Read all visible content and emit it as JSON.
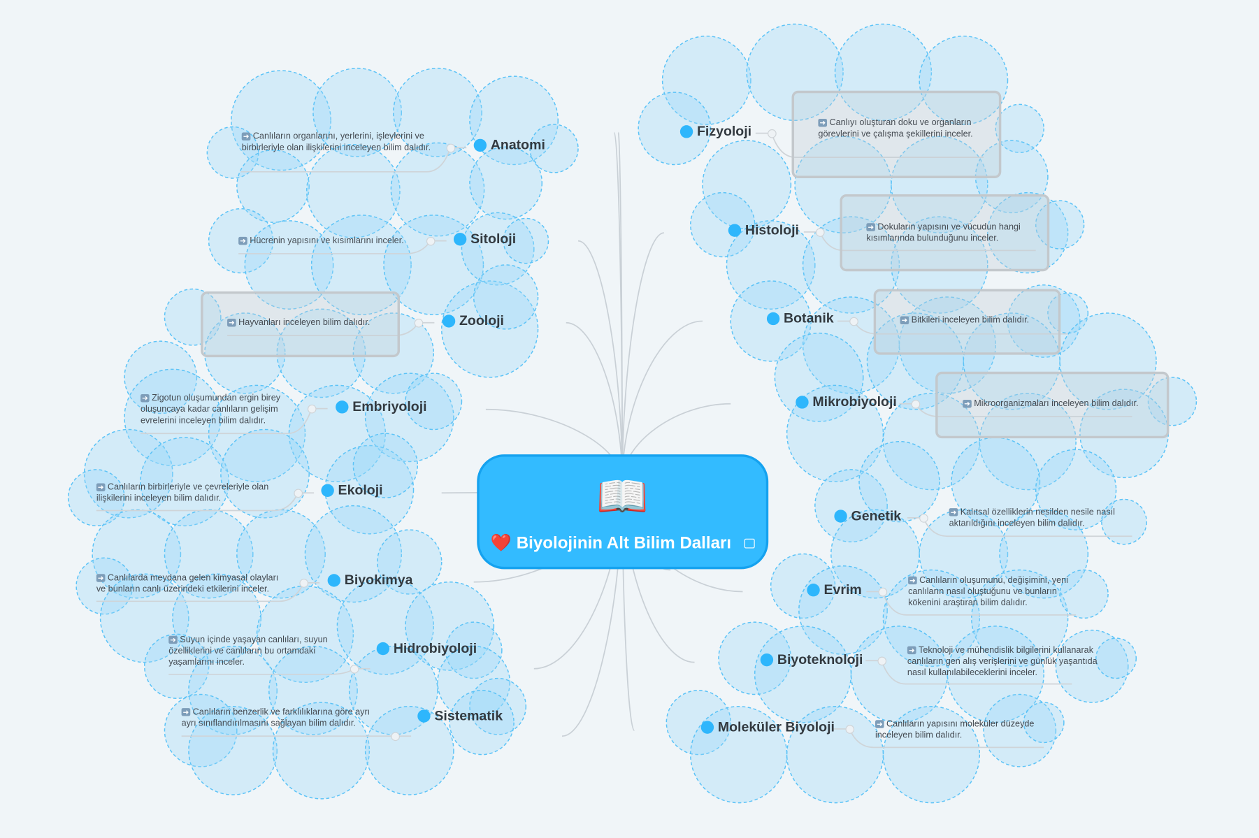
{
  "central": {
    "title": "Biyolojinin Alt Bilim Dalları",
    "book_icon": "📖",
    "heart_icon": "❤️",
    "image_icon": "image-icon"
  },
  "colors": {
    "background": "#f0f5f8",
    "central_fill": "#33bbff",
    "topic_dot": "#2eb6fc",
    "cloud": "#aadefa"
  },
  "topics": {
    "left": [
      {
        "label": "Anatomi",
        "desc": "Canlıların organlarını, yerlerini, işlevlerini ve birbirleriyle olan ilişkilerini inceleyen bilim dalıdır."
      },
      {
        "label": "Sitoloji",
        "desc": "Hücrenin yapısını ve kısımlarını inceler."
      },
      {
        "label": "Zooloji",
        "desc": "Hayvanları inceleyen bilim dalıdır."
      },
      {
        "label": "Embriyoloji",
        "desc": "Zigotun oluşumundan ergin birey oluşuncaya kadar canlıların gelişim evrelerini inceleyen bilim dalıdır."
      },
      {
        "label": "Ekoloji",
        "desc": "Canlıların birbirleriyle ve çevreleriyle olan ilişkilerini inceleyen bilim dalıdır."
      },
      {
        "label": "Biyokimya",
        "desc": "Canlılarda meydana gelen kimyasal olayları ve bunların canlı üzerindeki etkilerini inceler."
      },
      {
        "label": "Hidrobiyoloji",
        "desc": "Suyun içinde yaşayan canlıları, suyun özelliklerini ve canlıların bu ortamdaki yaşamlarını inceler."
      },
      {
        "label": "Sistematik",
        "desc": "Canlıların benzerlik ve farklılıklarına göre ayrı ayrı sınıflandırılmasını sağlayan bilim dalıdır."
      }
    ],
    "right": [
      {
        "label": "Fizyoloji",
        "desc": "Canlıyı oluşturan doku ve organların görevlerini ve çalışma şekillerini inceler."
      },
      {
        "label": "Histoloji",
        "desc": "Dokuların yapısını ve vücudun hangi kısımlarında bulunduğunu inceler."
      },
      {
        "label": "Botanik",
        "desc": "Bitkileri inceleyen bilim dalıdır."
      },
      {
        "label": "Mikrobiyoloji",
        "desc": "Mikroorganizmaları inceleyen bilim dalıdır."
      },
      {
        "label": "Genetik",
        "desc": "Kalıtsal özelliklerin nesilden nesile nasıl aktarıldığını inceleyen bilim dalıdır."
      },
      {
        "label": "Evrim",
        "desc": "Canlıların oluşumunu, değişimini, yeni canlıların nasıl oluştuğunu ve bunların kökenini araştıran bilim dalıdır."
      },
      {
        "label": "Biyoteknoloji",
        "desc": "Teknoloji ve mühendislik bilgilerini kullanarak canlıların gen alış verişlerini ve günlük yaşantıda nasıl kullanılabileceklerini inceler."
      },
      {
        "label": "Moleküler Biyoloji",
        "desc": "Canlıların yapısını moleküler düzeyde inceleyen bilim dalıdır."
      }
    ]
  }
}
